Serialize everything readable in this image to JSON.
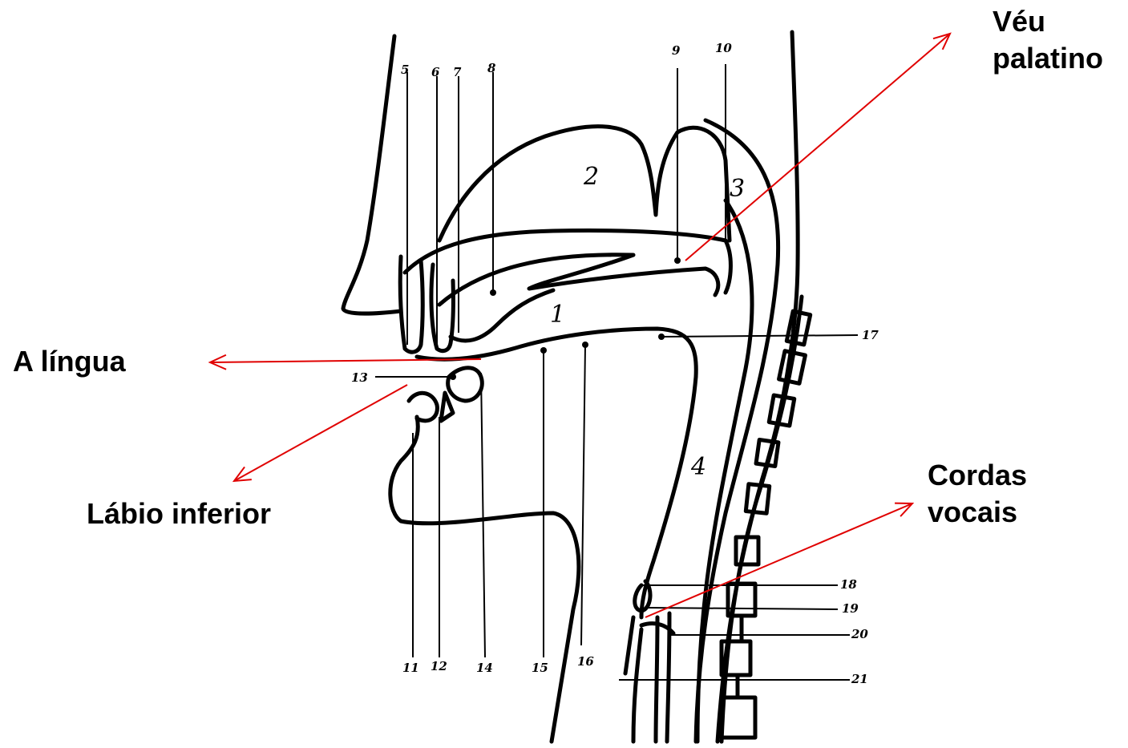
{
  "labels": {
    "veu_line1": "Véu",
    "veu_line2": "palatino",
    "lingua": "A língua",
    "labio": "Lábio inferior",
    "cordas_line1": "Cordas",
    "cordas_line2": "vocais"
  },
  "regions": {
    "r1": "1",
    "r2": "2",
    "r3": "3",
    "r4": "4"
  },
  "numbers": {
    "n5": "5",
    "n6": "6",
    "n7": "7",
    "n8": "8",
    "n9": "9",
    "n10": "10",
    "n11": "11",
    "n12": "12",
    "n13": "13",
    "n14": "14",
    "n15": "15",
    "n16": "16",
    "n17": "17",
    "n18": "18",
    "n19": "19",
    "n20": "20",
    "n21": "21"
  },
  "colors": {
    "arrow": "#e00000",
    "ink": "#000000"
  },
  "icons": [
    "arrow-veu-icon",
    "arrow-lingua-icon",
    "arrow-labio-icon",
    "arrow-cordas-icon"
  ]
}
